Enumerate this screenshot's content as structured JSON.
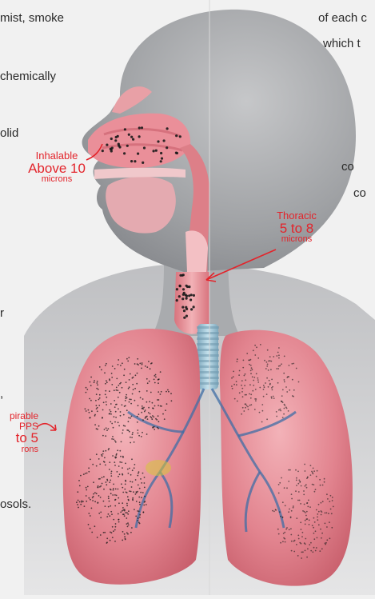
{
  "text_fragments": {
    "left": [
      "mist, smoke",
      "chemically",
      "olid",
      "r",
      ",",
      "osols."
    ],
    "right": [
      "of each c",
      "which t",
      "co",
      "co"
    ]
  },
  "labels": {
    "inhalable": {
      "title": "Inhalable",
      "size": "Above 10",
      "unit": "microns"
    },
    "thoracic": {
      "title": "Thoracic",
      "size": "5 to 8",
      "unit": "microns"
    },
    "respirable": {
      "title": "pirable",
      "sub": "PPS",
      "size": "to 5",
      "unit": "rons"
    }
  },
  "colors": {
    "label_red": "#e3242b",
    "head_gray": "#aeb0b3",
    "lung_pink": "#e58e98",
    "trachea_blue": "#9cc3d6",
    "background": "#f1f1f1"
  }
}
